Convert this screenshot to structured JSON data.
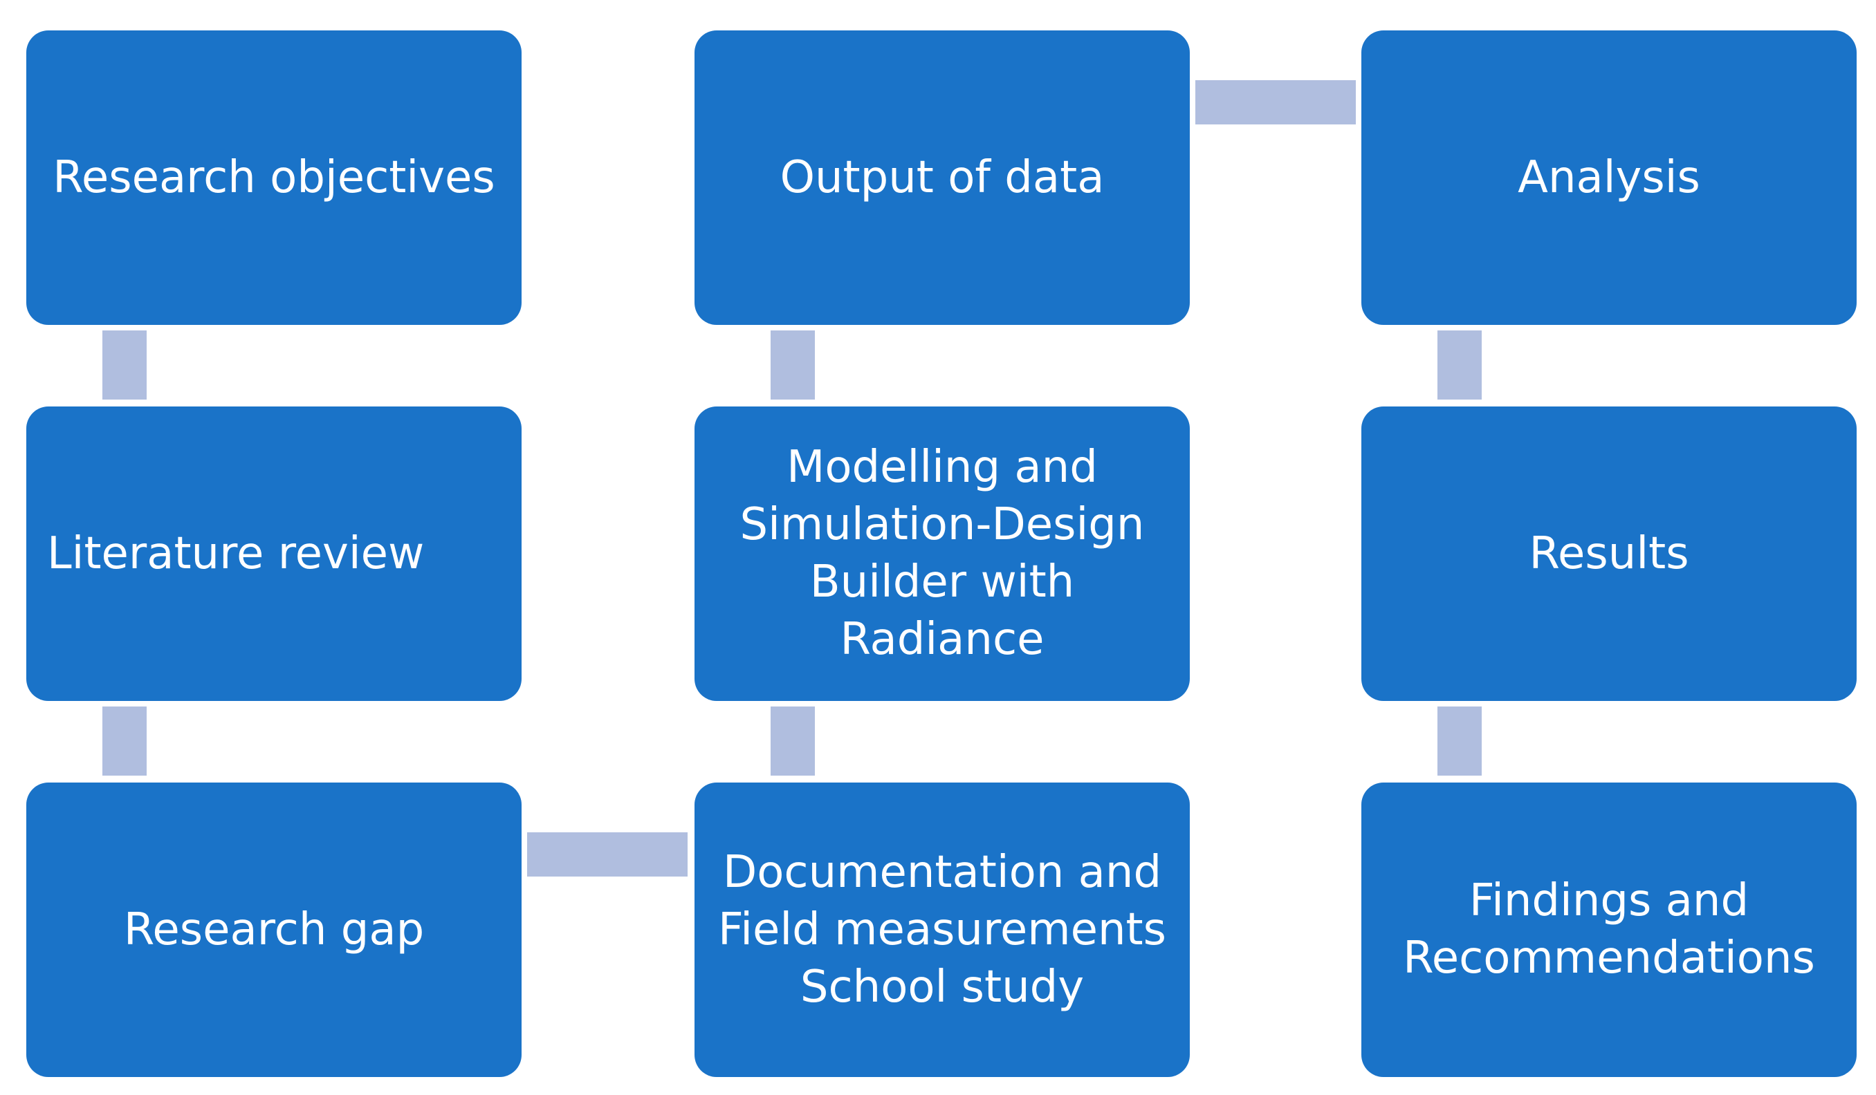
{
  "flowchart": {
    "steps": [
      {
        "label": "Research objectives"
      },
      {
        "label": "Literature review"
      },
      {
        "label": "Research gap"
      },
      {
        "label": "Documentation and\nField measurements\nSchool study"
      },
      {
        "label": "Modelling and\nSimulation-Design\nBuilder with\nRadiance"
      },
      {
        "label": "Output of data"
      },
      {
        "label": "Analysis"
      },
      {
        "label": "Results"
      },
      {
        "label": "Findings and\nRecommendations"
      }
    ],
    "colors": {
      "box_fill": "#1a73c8",
      "box_text": "#ffffff",
      "connector": "#b0bedf",
      "background": "#ffffff"
    }
  }
}
